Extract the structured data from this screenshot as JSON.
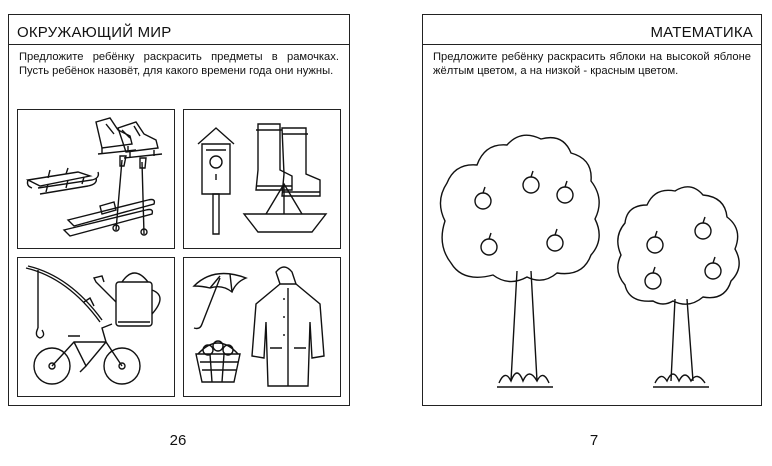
{
  "left_page": {
    "header": "ОКРУЖАЮЩИЙ МИР",
    "instructions": "Предложите ребёнку раскрасить предметы в рамочках. Пусть ребёнок назовёт, для какого времени года они нужны.",
    "page_number": "26",
    "pictures": [
      {
        "season_items": [
          "sled-icon",
          "ice-skates-icon",
          "skis-icon"
        ]
      },
      {
        "season_items": [
          "birdhouse-icon",
          "rubber-boots-icon",
          "paper-boat-icon"
        ]
      },
      {
        "season_items": [
          "fishing-rod-icon",
          "watering-can-icon",
          "bicycle-icon"
        ]
      },
      {
        "season_items": [
          "umbrella-icon",
          "mushroom-basket-icon",
          "raincoat-icon"
        ]
      }
    ]
  },
  "right_page": {
    "header": "МАТЕМАТИКА",
    "instructions": "Предложите ребёнку раскрасить яблоки на высокой яблоне жёлтым цветом, а на низкой - красным цветом.",
    "page_number": "7",
    "trees": [
      {
        "name": "tall-apple-tree",
        "apple_count": 5
      },
      {
        "name": "short-apple-tree",
        "apple_count": 4
      }
    ]
  }
}
